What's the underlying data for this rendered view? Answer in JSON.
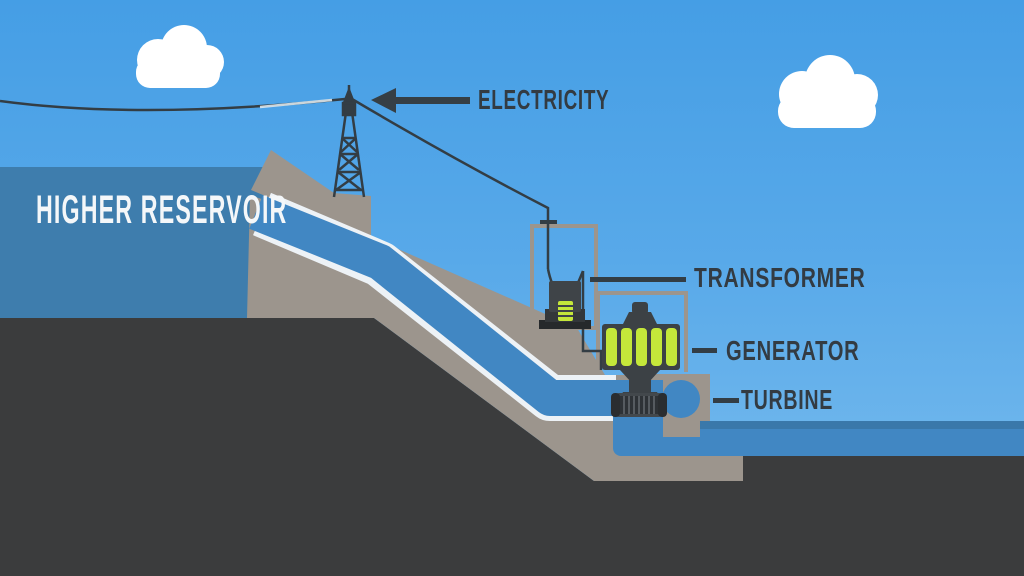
{
  "scene": {
    "type": "pumped-storage-hydropower-diagram",
    "labels": {
      "higher_reservoir": "HIGHER RESERVOIR",
      "electricity": "ELECTRICITY",
      "transformer": "TRANSFORMER",
      "generator": "GENERATOR",
      "turbine": "TURBINE"
    },
    "colors": {
      "sky_top": "#459ee5",
      "sky_bottom": "#7cbeee",
      "cloud": "#ffffff",
      "reservoir_water": "#3e7dad",
      "channel_water": "#4187c3",
      "channel_water_shade": "#3a78aa",
      "channel_border": "#edf2f6",
      "concrete": "#9c958d",
      "ground": "#3b3c3d",
      "equipment_dark": "#3a4046",
      "equipment_darker": "#2a2d30",
      "generator_green": "#c4e73a",
      "label_dark": "#333b42",
      "label_light": "#f4f7f9"
    },
    "icons": [
      "cloud-icon",
      "transmission-tower-icon",
      "power-line",
      "arrow-left-icon",
      "transformer-icon",
      "generator-icon",
      "turbine-icon"
    ]
  }
}
